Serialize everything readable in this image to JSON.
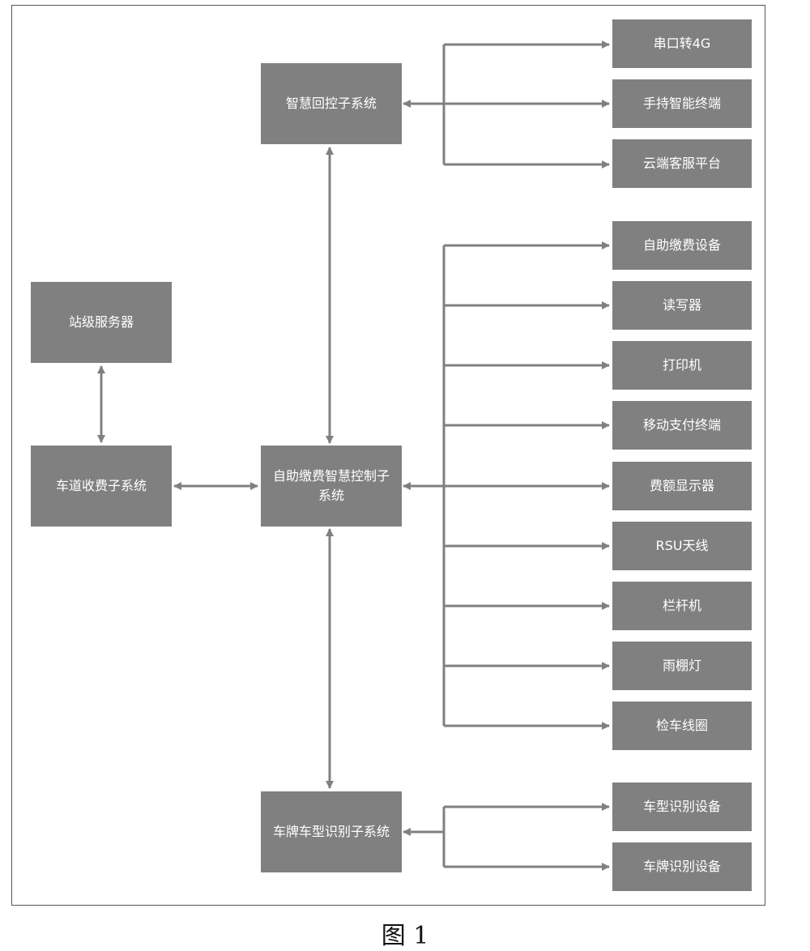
{
  "colors": {
    "box": "#808080",
    "line": "#808080",
    "frame": "#555555",
    "text": "#ffffff"
  },
  "nodes": {
    "station_server": "站级服务器",
    "lane_toll": "车道收费子系统",
    "smart_control": "智慧回控子系统",
    "central": "自助缴费智慧控制子系统",
    "plate_recognition": "车牌车型识别子系统"
  },
  "control_devices": [
    "串口转4G",
    "手持智能终端",
    "云端客服平台"
  ],
  "central_devices": [
    "自助缴费设备",
    "读写器",
    "打印机",
    "移动支付终端",
    "费额显示器",
    "RSU天线",
    "栏杆机",
    "雨棚灯",
    "检车线圈"
  ],
  "recognition_devices": [
    "车型识别设备",
    "车牌识别设备"
  ],
  "caption": "图 1"
}
